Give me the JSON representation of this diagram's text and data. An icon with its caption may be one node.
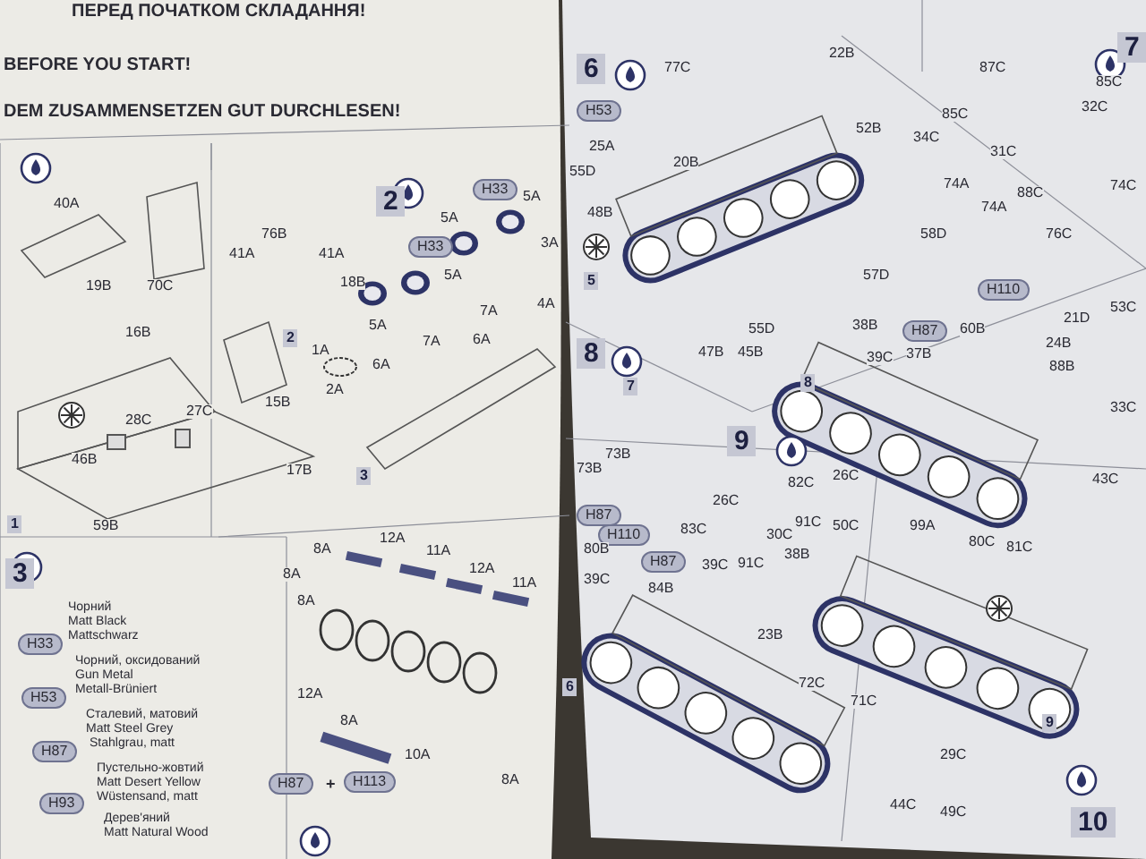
{
  "diagram": {
    "labels": [
      "ПЕРЕД ПОЧАТКОМ СКЛАДАННЯ!",
      "BEFORE YOU START!",
      "DEM ZUSAMMENSETZEN GUT DURCHLESEN!",
      "1",
      "40A",
      "19B",
      "70C",
      "16B",
      "28C",
      "27C",
      "46B",
      "15B",
      "17B",
      "59B",
      "2",
      "76B",
      "41A",
      "41A",
      "18B",
      "H33",
      "H33",
      "5A",
      "5A",
      "5A",
      "5A",
      "3A",
      "7A",
      "7A",
      "6A",
      "6A",
      "1A",
      "2A",
      "4A",
      "2",
      "3",
      "3",
      "H33",
      "Чорний",
      "Matt Black",
      "Mattschwarz",
      "H53",
      "Чорний, оксидований",
      "Gun Metal",
      "Metall-Brüniert",
      "H87",
      "Сталевий, матовий",
      "Matt Steel Grey",
      "Stahlgrau, matt",
      "H93",
      "Пустельно-жовтий",
      "Matt Desert Yellow",
      "Wüstensand, matt",
      "Дерев'яний",
      "Matt Natural Wood",
      "8A",
      "8A",
      "8A",
      "12A",
      "11A",
      "12A",
      "11A",
      "12A",
      "8A",
      "10A",
      "H87",
      "+",
      "H113",
      "8A",
      "6",
      "77C",
      "22B",
      "H53",
      "25A",
      "20B",
      "55D",
      "48B",
      "52B",
      "87C",
      "85C",
      "34C",
      "31C",
      "74A",
      "74A",
      "7",
      "85C",
      "32C",
      "74C",
      "88C",
      "58D",
      "76C",
      "57D",
      "H110",
      "5",
      "8",
      "55D",
      "47B",
      "45B",
      "38B",
      "H87",
      "60B",
      "39C",
      "37B",
      "21D",
      "53C",
      "24B",
      "88B",
      "33C",
      "7",
      "8",
      "9",
      "73B",
      "73B",
      "26C",
      "82C",
      "91C",
      "83C",
      "30C",
      "H87",
      "H110",
      "38B",
      "39C",
      "91C",
      "26C",
      "50C",
      "99A",
      "43C",
      "80C",
      "81C",
      "H87",
      "80B",
      "84B",
      "39C",
      "23B",
      "72C",
      "71C",
      "29C",
      "44C",
      "49C",
      "6",
      "9",
      "10"
    ]
  }
}
